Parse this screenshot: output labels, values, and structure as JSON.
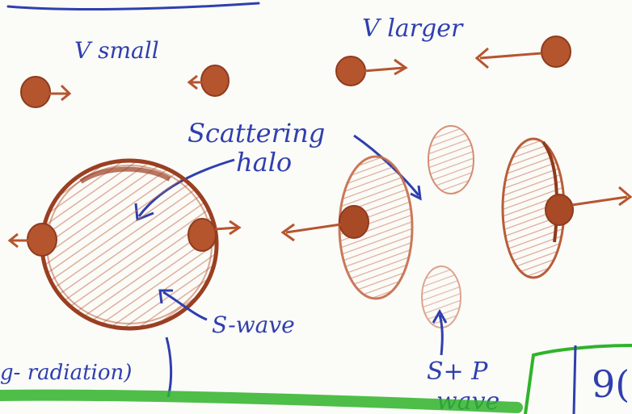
{
  "colors": {
    "particle": "#b5552e",
    "particle_dark": "#8f3b1d",
    "halo_fill": "#e8b9a6",
    "halo_stroke": "#9a3f22",
    "ink_blue": "#2f3fae",
    "marker_green": "#2fb32a",
    "paper": "#fbfbf8"
  },
  "labels": {
    "v_small": "V small",
    "v_larger": "V larger",
    "scattering_line1": "Scattering",
    "scattering_line2": "halo",
    "s_wave": "S-wave",
    "s_p_line1": "S+ P",
    "s_p_line2": "wave",
    "radiation": "g- radiation)",
    "page_number": "9("
  }
}
